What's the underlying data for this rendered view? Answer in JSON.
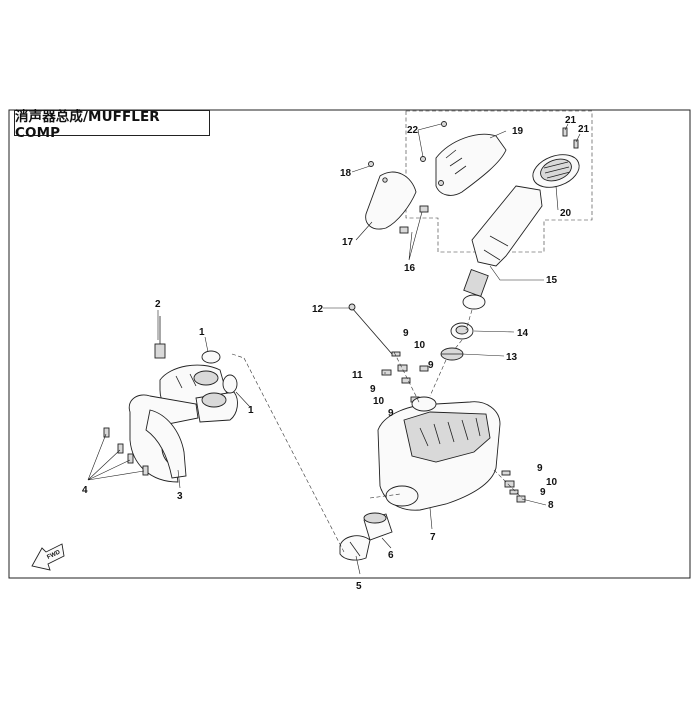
{
  "title": "消声器总成/MUFFLER COMP",
  "fwd_label": "FWD",
  "callouts": [
    "1",
    "1",
    "2",
    "3",
    "4",
    "5",
    "6",
    "7",
    "8",
    "9",
    "9",
    "9",
    "9",
    "9",
    "9",
    "10",
    "10",
    "10",
    "11",
    "12",
    "13",
    "14",
    "15",
    "16",
    "17",
    "18",
    "19",
    "20",
    "21",
    "21",
    "22"
  ]
}
